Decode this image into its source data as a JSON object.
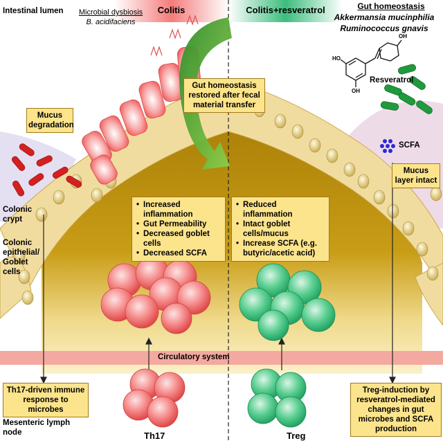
{
  "header": {
    "colitis": "Colitis",
    "colitis_resveratrol": "Colitis+resveratrol"
  },
  "labels": {
    "intestinal_lumen": "Intestinal lumen",
    "microbial_dysbiosis": "Microbial dysbiosis",
    "b_acidifaciens": "B. acidifaciens",
    "gut_homeostasis": "Gut homeostasis",
    "akkermansia": "Akkermansia mucinphilia",
    "ruminococcus": "Ruminococcus gnavis",
    "resveratrol": "Resveratrol",
    "scfa": "SCFA",
    "colonic_crypt": "Colonic crypt",
    "colonic_epithelial": "Colonic epithelial/ Goblet cells",
    "circulatory_system": "Circulatory system",
    "mesenteric_lymph_node": "Mesenteric lymph node",
    "th17": "Th17",
    "treg": "Treg",
    "ho": "HO",
    "oh": "OH"
  },
  "boxes": {
    "mucus_degradation": "Mucus degradation",
    "gut_homeostasis_restored": "Gut homeostasis restored after fecal material transfer",
    "mucus_layer_intact": "Mucus layer intact",
    "th17_driven": "Th17-driven immune response to microbes",
    "treg_induction": "Treg-induction by resveratrol-mediated changes in gut microbes and SCFA production"
  },
  "colitis_effects": [
    "Increased inflammation",
    "Gut Permeability",
    "Decreased goblet cells",
    "Decreased SCFA"
  ],
  "resveratrol_effects": [
    "Reduced inflammation",
    "Intact goblet cells/mucus",
    "Increase SCFA (e.g. butyric/acetic acid)"
  ],
  "colors": {
    "th17_cell": "#f06a6a",
    "treg_cell": "#3dbd7d",
    "lamina": "#b68a0a",
    "epithelium": "#f1dca0",
    "circulatory_band": "#f4a9a0",
    "mucus": "#dcd8ee",
    "bacteria_red": "#d42020",
    "bacteria_green": "#1f9a3c",
    "scfa": "#2a2ad8",
    "box_fill": "#fce48c"
  }
}
